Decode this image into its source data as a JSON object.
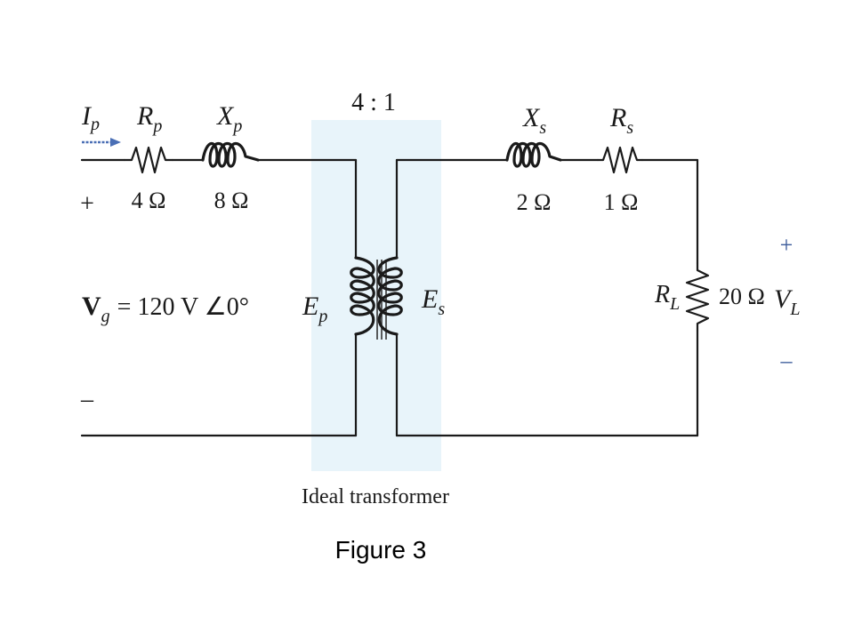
{
  "diagram": {
    "ratio": "4 : 1",
    "primary": {
      "current": {
        "sym": "I",
        "sub": "p"
      },
      "resistor": {
        "sym": "R",
        "sub": "p",
        "value": "4 Ω"
      },
      "reactance": {
        "sym": "X",
        "sub": "p",
        "value": "8 Ω"
      },
      "plus": "+",
      "minus": "–",
      "source": {
        "sym": "V",
        "sub": "g",
        "expr": "= 120 V ∠0°"
      },
      "emf": {
        "sym": "E",
        "sub": "p"
      }
    },
    "secondary": {
      "reactance": {
        "sym": "X",
        "sub": "s",
        "value": "2 Ω"
      },
      "resistor": {
        "sym": "R",
        "sub": "s",
        "value": "1 Ω"
      },
      "emf": {
        "sym": "E",
        "sub": "s"
      },
      "load": {
        "sym": "R",
        "sub": "L",
        "value": "20 Ω"
      },
      "output": {
        "sym": "V",
        "sub": "L",
        "plus": "+",
        "minus": "–"
      }
    },
    "transformer_label": "Ideal transformer",
    "colors": {
      "wire": "#1a1a1a",
      "arrow": "#4a6fb5",
      "highlight": "#e8f4fa",
      "plus_minus_right": "#3a5a9a"
    }
  },
  "caption": "Figure 3"
}
